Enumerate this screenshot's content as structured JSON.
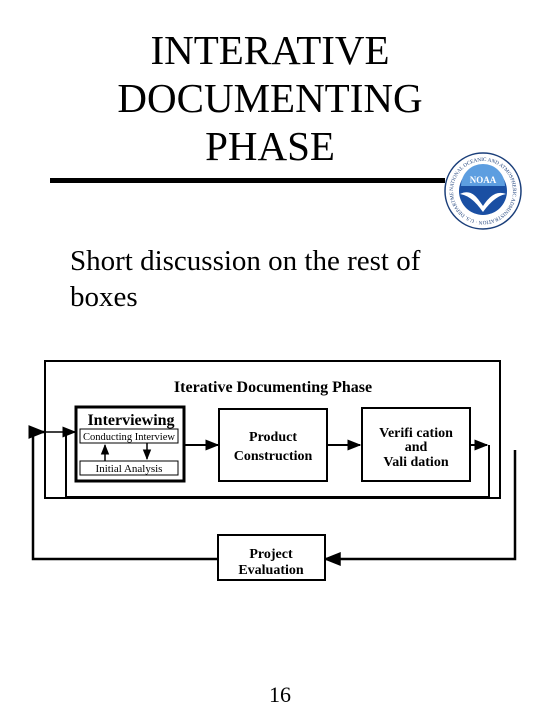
{
  "slide": {
    "title_lines": [
      "INTERATIVE",
      "DOCUMENTING",
      "PHASE"
    ],
    "body_text": "Short discussion on the rest of boxes",
    "page_number": "16"
  },
  "logo": {
    "text": "NOAA",
    "ring_text": "NATIONAL OCEANIC AND ATMOSPHERIC ADMINISTRATION · U.S. DEPARTMENT OF COMMERCE",
    "colors": {
      "ring": "#ffffff",
      "inner": "#1a4fa3",
      "sky": "#5d9ee0",
      "bird": "#ffffff",
      "outline": "#1b3f7a"
    }
  },
  "diagram": {
    "outer_title": "Iterative Documenting Phase",
    "interviewing": {
      "title": "Interviewing",
      "conducting": "Conducting Interview",
      "analysis": "Initial Analysis"
    },
    "product_lines": [
      "Product",
      "Construction"
    ],
    "verification_lines": [
      "Verifi cation",
      "and",
      "Vali dation"
    ],
    "evaluation_lines": [
      "Project",
      "Evaluation"
    ]
  }
}
